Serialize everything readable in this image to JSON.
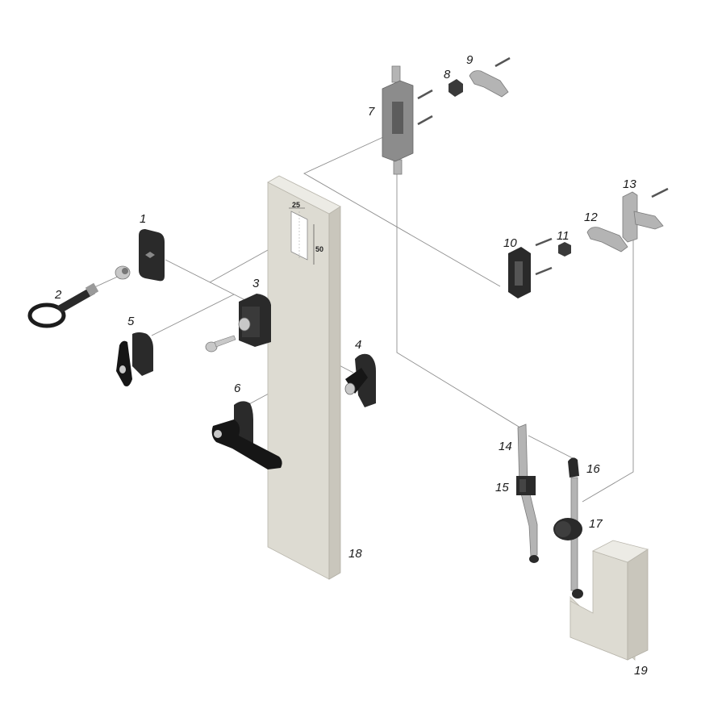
{
  "diagram": {
    "callouts": [
      "1",
      "2",
      "3",
      "4",
      "5",
      "6",
      "7",
      "8",
      "9",
      "10",
      "11",
      "12",
      "13",
      "14",
      "15",
      "16",
      "17",
      "18",
      "19"
    ],
    "dimensions": {
      "width": "25",
      "height": "50"
    },
    "colors": {
      "panel": "#dddbd2",
      "part_dark": "#2a2a2a",
      "metal": "#b4b4b4",
      "leader_line": "#8e8e8e"
    }
  }
}
